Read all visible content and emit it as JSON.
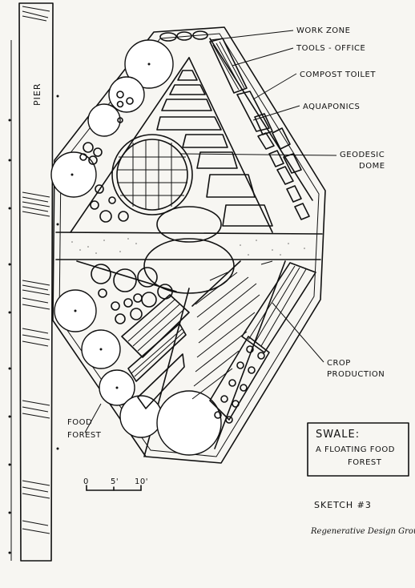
{
  "sketch": {
    "pier_label": "PIER",
    "labels": {
      "work_zone": "WORK ZONE",
      "tools_office": "TOOLS - OFFICE",
      "compost_toilet": "COMPOST TOILET",
      "aquaponics": "AQUAPONICS",
      "geodesic_line1": "GEODESIC",
      "geodesic_line2": "DOME",
      "crop_line1": "CROP",
      "crop_line2": "PRODUCTION",
      "food_forest_line1": "FOOD",
      "food_forest_line2": "FOREST"
    },
    "title_box": {
      "title": "SWALE:",
      "line1": "A FLOATING FOOD",
      "line2": "FOREST"
    },
    "scale": {
      "zero": "0",
      "five": "5'",
      "ten": "10'"
    },
    "sketch_number": "SKETCH #3",
    "credit": "Regenerative Design Group"
  }
}
